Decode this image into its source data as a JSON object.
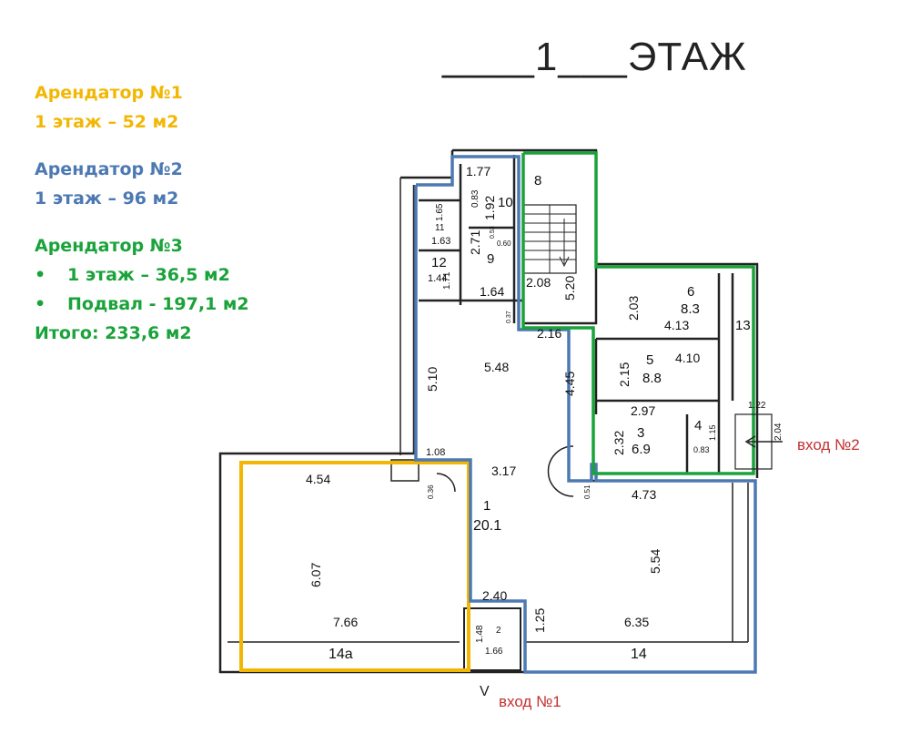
{
  "floor_title": "____1___ЭТАЖ",
  "colors": {
    "tenant1": "#f2b705",
    "tenant2": "#4d79b3",
    "tenant3": "#1aa33a",
    "entrance_text": "#c43030",
    "wall": "#222222"
  },
  "tenants": [
    {
      "name": "Арендатор №1",
      "lines": [
        "1 этаж – 52 м2"
      ]
    },
    {
      "name": "Арендатор №2",
      "lines": [
        "1 этаж – 96 м2"
      ]
    },
    {
      "name": "Арендатор №3",
      "bullets": [
        "1 этаж – 36,5 м2",
        "Подвал - 197,1 м2"
      ],
      "total": "Итого: 233,6 м2"
    }
  ],
  "bullet_char": "•",
  "entrances": {
    "e1": "вход №1",
    "e2": "вход №2"
  },
  "rooms": {
    "r1": {
      "num": "1",
      "area": "20.1"
    },
    "r3": {
      "num": "3",
      "area": "6.9"
    },
    "r4": {
      "num": "4"
    },
    "r5": {
      "num": "5",
      "area": "8.8"
    },
    "r6": {
      "num": "6",
      "area": "8.3"
    },
    "r8": {
      "num": "8"
    },
    "r9": {
      "num": "9"
    },
    "r10": {
      "num": "10"
    },
    "r11": {
      "num": "11"
    },
    "r12": {
      "num": "12"
    },
    "r13": {
      "num": "13"
    },
    "r14": {
      "num": "14"
    },
    "r14a": {
      "num": "14а"
    },
    "r2": {
      "num": "2"
    }
  },
  "dimensions": {
    "d177": "1.77",
    "d192": "1.92",
    "d083a": "0.83",
    "d165": "1.65",
    "d163": "1.63",
    "d271": "2.71",
    "d060": "0.60",
    "d144": "1.44",
    "d171": "1.71",
    "d164": "1.64",
    "d208": "2.08",
    "d520": "5.20",
    "d203": "2.03",
    "d413": "4.13",
    "d215": "2.15",
    "d410": "4.10",
    "d297": "2.97",
    "d232": "2.32",
    "d115": "1.15",
    "d083b": "0.83",
    "d122": "1.22",
    "d204": "2.04",
    "d510": "5.10",
    "d548": "5.48",
    "d445": "4.45",
    "d216": "2.16",
    "d108": "1.08",
    "d454": "4.54",
    "d317": "3.17",
    "d473": "4.73",
    "d607": "6.07",
    "d766": "7.66",
    "d554": "5.54",
    "d240": "2.40",
    "d125": "1.25",
    "d635": "6.35",
    "d148": "1.48",
    "d166": "1.66",
    "d036": "0.36",
    "d051": "0.51",
    "d037": "0.37",
    "d053": "0.53"
  },
  "marker_v": "V"
}
